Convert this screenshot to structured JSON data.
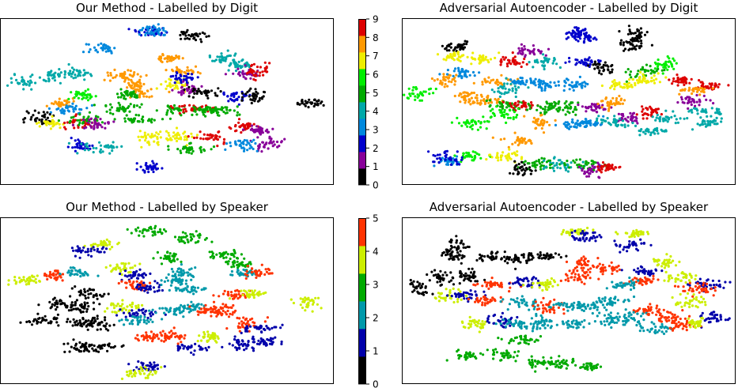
{
  "figure": {
    "panels": [
      {
        "id": "p1",
        "title": "Our Method - Labelled by Digit",
        "colorbar": "digit"
      },
      {
        "id": "p2",
        "title": "Adversarial Autoencoder - Labelled by Digit",
        "colorbar": "digit"
      },
      {
        "id": "p3",
        "title": "Our Method - Labelled by Speaker",
        "colorbar": "speaker"
      },
      {
        "id": "p4",
        "title": "Adversarial Autoencoder - Labelled by Speaker",
        "colorbar": "speaker"
      }
    ],
    "colorbars": {
      "digit": {
        "min": 0,
        "max": 9,
        "ticks": [
          "0",
          "1",
          "2",
          "3",
          "4",
          "5",
          "6",
          "7",
          "8",
          "9"
        ],
        "colors": [
          "#000000",
          "#880099",
          "#0000cc",
          "#0088dd",
          "#00a8a8",
          "#00aa00",
          "#00ee00",
          "#eeee00",
          "#ff9900",
          "#dd0000"
        ]
      },
      "speaker": {
        "min": 0,
        "max": 5,
        "ticks": [
          "0",
          "1",
          "2",
          "3",
          "4",
          "5"
        ],
        "colors": [
          "#000000",
          "#0000aa",
          "#0099aa",
          "#00aa00",
          "#ccee00",
          "#ff3300"
        ]
      }
    }
  },
  "chart_data": [
    {
      "type": "scatter",
      "title": "Our Method - Labelled by Digit",
      "xlabel": "",
      "ylabel": "",
      "xlim": [
        0,
        100
      ],
      "ylim": [
        0,
        100
      ],
      "grid": false,
      "color_scale": "digit",
      "clusters": [
        {
          "x": 45,
          "y": 92,
          "label": 2
        },
        {
          "x": 46,
          "y": 93,
          "label": 3
        },
        {
          "x": 57,
          "y": 90,
          "label": 0
        },
        {
          "x": 30,
          "y": 82,
          "label": 3
        },
        {
          "x": 51,
          "y": 76,
          "label": 8
        },
        {
          "x": 7,
          "y": 62,
          "label": 4
        },
        {
          "x": 16,
          "y": 66,
          "label": 4
        },
        {
          "x": 23,
          "y": 67,
          "label": 4
        },
        {
          "x": 37,
          "y": 66,
          "label": 8
        },
        {
          "x": 40,
          "y": 61,
          "label": 8
        },
        {
          "x": 42,
          "y": 55,
          "label": 8
        },
        {
          "x": 38,
          "y": 55,
          "label": 5
        },
        {
          "x": 55,
          "y": 68,
          "label": 8
        },
        {
          "x": 53,
          "y": 60,
          "label": 7
        },
        {
          "x": 55,
          "y": 64,
          "label": 2
        },
        {
          "x": 56,
          "y": 57,
          "label": 1
        },
        {
          "x": 61,
          "y": 56,
          "label": 0
        },
        {
          "x": 67,
          "y": 77,
          "label": 4
        },
        {
          "x": 72,
          "y": 72,
          "label": 4
        },
        {
          "x": 74,
          "y": 67,
          "label": 1
        },
        {
          "x": 78,
          "y": 68,
          "label": 9
        },
        {
          "x": 70,
          "y": 53,
          "label": 2
        },
        {
          "x": 76,
          "y": 54,
          "label": 0
        },
        {
          "x": 93,
          "y": 49,
          "label": 0
        },
        {
          "x": 18,
          "y": 49,
          "label": 8
        },
        {
          "x": 21,
          "y": 46,
          "label": 3
        },
        {
          "x": 25,
          "y": 54,
          "label": 6
        },
        {
          "x": 12,
          "y": 40,
          "label": 0
        },
        {
          "x": 15,
          "y": 37,
          "label": 7
        },
        {
          "x": 24,
          "y": 37,
          "label": 9
        },
        {
          "x": 25,
          "y": 38,
          "label": 5
        },
        {
          "x": 29,
          "y": 36,
          "label": 1
        },
        {
          "x": 36,
          "y": 46,
          "label": 5
        },
        {
          "x": 41,
          "y": 39,
          "label": 5
        },
        {
          "x": 45,
          "y": 28,
          "label": 7
        },
        {
          "x": 53,
          "y": 29,
          "label": 7
        },
        {
          "x": 57,
          "y": 21,
          "label": 5
        },
        {
          "x": 63,
          "y": 29,
          "label": 9
        },
        {
          "x": 52,
          "y": 45,
          "label": 5
        },
        {
          "x": 58,
          "y": 46,
          "label": 9
        },
        {
          "x": 62,
          "y": 45,
          "label": 5
        },
        {
          "x": 66,
          "y": 44,
          "label": 5
        },
        {
          "x": 74,
          "y": 35,
          "label": 9
        },
        {
          "x": 77,
          "y": 33,
          "label": 1
        },
        {
          "x": 80,
          "y": 25,
          "label": 1
        },
        {
          "x": 73,
          "y": 24,
          "label": 3
        },
        {
          "x": 24,
          "y": 23,
          "label": 2
        },
        {
          "x": 30,
          "y": 22,
          "label": 4
        },
        {
          "x": 45,
          "y": 10,
          "label": 2
        }
      ]
    },
    {
      "type": "scatter",
      "title": "Adversarial Autoencoder - Labelled by Digit",
      "xlabel": "",
      "ylabel": "",
      "xlim": [
        0,
        100
      ],
      "ylim": [
        0,
        100
      ],
      "grid": false,
      "color_scale": "digit",
      "clusters": [
        {
          "x": 16,
          "y": 83,
          "label": 0
        },
        {
          "x": 16,
          "y": 77,
          "label": 7
        },
        {
          "x": 24,
          "y": 76,
          "label": 7
        },
        {
          "x": 33,
          "y": 74,
          "label": 9
        },
        {
          "x": 38,
          "y": 80,
          "label": 1
        },
        {
          "x": 43,
          "y": 74,
          "label": 4
        },
        {
          "x": 52,
          "y": 92,
          "label": 2
        },
        {
          "x": 55,
          "y": 89,
          "label": 2
        },
        {
          "x": 70,
          "y": 90,
          "label": 0
        },
        {
          "x": 69,
          "y": 84,
          "label": 0
        },
        {
          "x": 55,
          "y": 74,
          "label": 2
        },
        {
          "x": 60,
          "y": 71,
          "label": 0
        },
        {
          "x": 73,
          "y": 68,
          "label": 5
        },
        {
          "x": 79,
          "y": 73,
          "label": 6
        },
        {
          "x": 72,
          "y": 63,
          "label": 7
        },
        {
          "x": 66,
          "y": 60,
          "label": 7
        },
        {
          "x": 84,
          "y": 63,
          "label": 9
        },
        {
          "x": 92,
          "y": 60,
          "label": 9
        },
        {
          "x": 88,
          "y": 57,
          "label": 8
        },
        {
          "x": 5,
          "y": 55,
          "label": 6
        },
        {
          "x": 13,
          "y": 63,
          "label": 8
        },
        {
          "x": 18,
          "y": 67,
          "label": 3
        },
        {
          "x": 20,
          "y": 53,
          "label": 8
        },
        {
          "x": 25,
          "y": 50,
          "label": 8
        },
        {
          "x": 28,
          "y": 62,
          "label": 8
        },
        {
          "x": 32,
          "y": 58,
          "label": 4
        },
        {
          "x": 36,
          "y": 62,
          "label": 3
        },
        {
          "x": 43,
          "y": 60,
          "label": 3
        },
        {
          "x": 52,
          "y": 60,
          "label": 3
        },
        {
          "x": 30,
          "y": 48,
          "label": 5
        },
        {
          "x": 36,
          "y": 48,
          "label": 9
        },
        {
          "x": 44,
          "y": 46,
          "label": 5
        },
        {
          "x": 50,
          "y": 47,
          "label": 5
        },
        {
          "x": 57,
          "y": 46,
          "label": 1
        },
        {
          "x": 63,
          "y": 50,
          "label": 8
        },
        {
          "x": 74,
          "y": 44,
          "label": 9
        },
        {
          "x": 68,
          "y": 40,
          "label": 1
        },
        {
          "x": 80,
          "y": 40,
          "label": 4
        },
        {
          "x": 87,
          "y": 50,
          "label": 1
        },
        {
          "x": 91,
          "y": 44,
          "label": 4
        },
        {
          "x": 21,
          "y": 37,
          "label": 6
        },
        {
          "x": 30,
          "y": 42,
          "label": 6
        },
        {
          "x": 41,
          "y": 37,
          "label": 8
        },
        {
          "x": 51,
          "y": 36,
          "label": 3
        },
        {
          "x": 56,
          "y": 37,
          "label": 3
        },
        {
          "x": 63,
          "y": 38,
          "label": 4
        },
        {
          "x": 76,
          "y": 32,
          "label": 4
        },
        {
          "x": 92,
          "y": 37,
          "label": 4
        },
        {
          "x": 35,
          "y": 26,
          "label": 8
        },
        {
          "x": 20,
          "y": 17,
          "label": 6
        },
        {
          "x": 31,
          "y": 17,
          "label": 7
        },
        {
          "x": 14,
          "y": 14,
          "label": 3
        },
        {
          "x": 13,
          "y": 16,
          "label": 2
        },
        {
          "x": 41,
          "y": 12,
          "label": 5
        },
        {
          "x": 48,
          "y": 12,
          "label": 4
        },
        {
          "x": 55,
          "y": 12,
          "label": 5
        },
        {
          "x": 57,
          "y": 8,
          "label": 1
        },
        {
          "x": 62,
          "y": 10,
          "label": 9
        },
        {
          "x": 36,
          "y": 9,
          "label": 0
        }
      ]
    },
    {
      "type": "scatter",
      "title": "Our Method - Labelled by Speaker",
      "xlabel": "",
      "ylabel": "",
      "xlim": [
        0,
        100
      ],
      "ylim": [
        0,
        100
      ],
      "grid": false,
      "color_scale": "speaker",
      "clusters": [
        {
          "x": 45,
          "y": 92,
          "label": 3
        },
        {
          "x": 57,
          "y": 88,
          "label": 3
        },
        {
          "x": 31,
          "y": 84,
          "label": 4
        },
        {
          "x": 26,
          "y": 80,
          "label": 1
        },
        {
          "x": 51,
          "y": 76,
          "label": 3
        },
        {
          "x": 67,
          "y": 78,
          "label": 3
        },
        {
          "x": 72,
          "y": 72,
          "label": 3
        },
        {
          "x": 7,
          "y": 62,
          "label": 4
        },
        {
          "x": 16,
          "y": 66,
          "label": 5
        },
        {
          "x": 23,
          "y": 67,
          "label": 2
        },
        {
          "x": 37,
          "y": 70,
          "label": 4
        },
        {
          "x": 40,
          "y": 66,
          "label": 1
        },
        {
          "x": 40,
          "y": 60,
          "label": 5
        },
        {
          "x": 44,
          "y": 58,
          "label": 1
        },
        {
          "x": 53,
          "y": 62,
          "label": 2
        },
        {
          "x": 55,
          "y": 67,
          "label": 2
        },
        {
          "x": 57,
          "y": 57,
          "label": 2
        },
        {
          "x": 74,
          "y": 67,
          "label": 2
        },
        {
          "x": 78,
          "y": 67,
          "label": 5
        },
        {
          "x": 70,
          "y": 53,
          "label": 5
        },
        {
          "x": 76,
          "y": 54,
          "label": 4
        },
        {
          "x": 93,
          "y": 49,
          "label": 4
        },
        {
          "x": 18,
          "y": 48,
          "label": 0
        },
        {
          "x": 24,
          "y": 46,
          "label": 0
        },
        {
          "x": 26,
          "y": 54,
          "label": 0
        },
        {
          "x": 13,
          "y": 38,
          "label": 0
        },
        {
          "x": 25,
          "y": 37,
          "label": 0
        },
        {
          "x": 29,
          "y": 36,
          "label": 0
        },
        {
          "x": 36,
          "y": 46,
          "label": 4
        },
        {
          "x": 41,
          "y": 42,
          "label": 1
        },
        {
          "x": 41,
          "y": 38,
          "label": 2
        },
        {
          "x": 52,
          "y": 45,
          "label": 2
        },
        {
          "x": 58,
          "y": 46,
          "label": 2
        },
        {
          "x": 62,
          "y": 44,
          "label": 5
        },
        {
          "x": 66,
          "y": 44,
          "label": 5
        },
        {
          "x": 74,
          "y": 36,
          "label": 5
        },
        {
          "x": 78,
          "y": 33,
          "label": 1
        },
        {
          "x": 45,
          "y": 28,
          "label": 5
        },
        {
          "x": 52,
          "y": 28,
          "label": 5
        },
        {
          "x": 57,
          "y": 21,
          "label": 1
        },
        {
          "x": 63,
          "y": 28,
          "label": 4
        },
        {
          "x": 73,
          "y": 24,
          "label": 1
        },
        {
          "x": 79,
          "y": 25,
          "label": 1
        },
        {
          "x": 24,
          "y": 22,
          "label": 0
        },
        {
          "x": 30,
          "y": 22,
          "label": 0
        },
        {
          "x": 45,
          "y": 10,
          "label": 1
        },
        {
          "x": 42,
          "y": 7,
          "label": 4
        }
      ]
    },
    {
      "type": "scatter",
      "title": "Adversarial Autoencoder - Labelled by Speaker",
      "xlabel": "",
      "ylabel": "",
      "xlim": [
        0,
        100
      ],
      "ylim": [
        0,
        100
      ],
      "grid": false,
      "color_scale": "speaker",
      "clusters": [
        {
          "x": 16,
          "y": 83,
          "label": 0
        },
        {
          "x": 16,
          "y": 77,
          "label": 0
        },
        {
          "x": 26,
          "y": 76,
          "label": 0
        },
        {
          "x": 35,
          "y": 76,
          "label": 0
        },
        {
          "x": 42,
          "y": 77,
          "label": 0
        },
        {
          "x": 52,
          "y": 92,
          "label": 4
        },
        {
          "x": 55,
          "y": 89,
          "label": 1
        },
        {
          "x": 70,
          "y": 90,
          "label": 4
        },
        {
          "x": 69,
          "y": 84,
          "label": 1
        },
        {
          "x": 5,
          "y": 58,
          "label": 0
        },
        {
          "x": 12,
          "y": 64,
          "label": 0
        },
        {
          "x": 20,
          "y": 65,
          "label": 0
        },
        {
          "x": 28,
          "y": 60,
          "label": 5
        },
        {
          "x": 37,
          "y": 62,
          "label": 1
        },
        {
          "x": 43,
          "y": 60,
          "label": 4
        },
        {
          "x": 52,
          "y": 65,
          "label": 5
        },
        {
          "x": 55,
          "y": 72,
          "label": 5
        },
        {
          "x": 62,
          "y": 70,
          "label": 5
        },
        {
          "x": 73,
          "y": 68,
          "label": 1
        },
        {
          "x": 79,
          "y": 73,
          "label": 4
        },
        {
          "x": 72,
          "y": 62,
          "label": 5
        },
        {
          "x": 66,
          "y": 60,
          "label": 2
        },
        {
          "x": 84,
          "y": 64,
          "label": 4
        },
        {
          "x": 92,
          "y": 60,
          "label": 1
        },
        {
          "x": 88,
          "y": 57,
          "label": 5
        },
        {
          "x": 14,
          "y": 53,
          "label": 4
        },
        {
          "x": 20,
          "y": 53,
          "label": 1
        },
        {
          "x": 25,
          "y": 50,
          "label": 5
        },
        {
          "x": 36,
          "y": 48,
          "label": 2
        },
        {
          "x": 44,
          "y": 46,
          "label": 5
        },
        {
          "x": 50,
          "y": 47,
          "label": 2
        },
        {
          "x": 57,
          "y": 46,
          "label": 2
        },
        {
          "x": 63,
          "y": 50,
          "label": 2
        },
        {
          "x": 74,
          "y": 44,
          "label": 5
        },
        {
          "x": 68,
          "y": 40,
          "label": 2
        },
        {
          "x": 80,
          "y": 40,
          "label": 5
        },
        {
          "x": 87,
          "y": 50,
          "label": 4
        },
        {
          "x": 93,
          "y": 40,
          "label": 1
        },
        {
          "x": 22,
          "y": 36,
          "label": 4
        },
        {
          "x": 29,
          "y": 38,
          "label": 1
        },
        {
          "x": 34,
          "y": 36,
          "label": 2
        },
        {
          "x": 41,
          "y": 37,
          "label": 2
        },
        {
          "x": 51,
          "y": 36,
          "label": 2
        },
        {
          "x": 63,
          "y": 38,
          "label": 2
        },
        {
          "x": 76,
          "y": 33,
          "label": 2
        },
        {
          "x": 84,
          "y": 35,
          "label": 5
        },
        {
          "x": 88,
          "y": 36,
          "label": 4
        },
        {
          "x": 36,
          "y": 26,
          "label": 3
        },
        {
          "x": 20,
          "y": 17,
          "label": 3
        },
        {
          "x": 31,
          "y": 17,
          "label": 3
        },
        {
          "x": 41,
          "y": 12,
          "label": 3
        },
        {
          "x": 48,
          "y": 12,
          "label": 3
        },
        {
          "x": 56,
          "y": 10,
          "label": 3
        }
      ]
    }
  ]
}
